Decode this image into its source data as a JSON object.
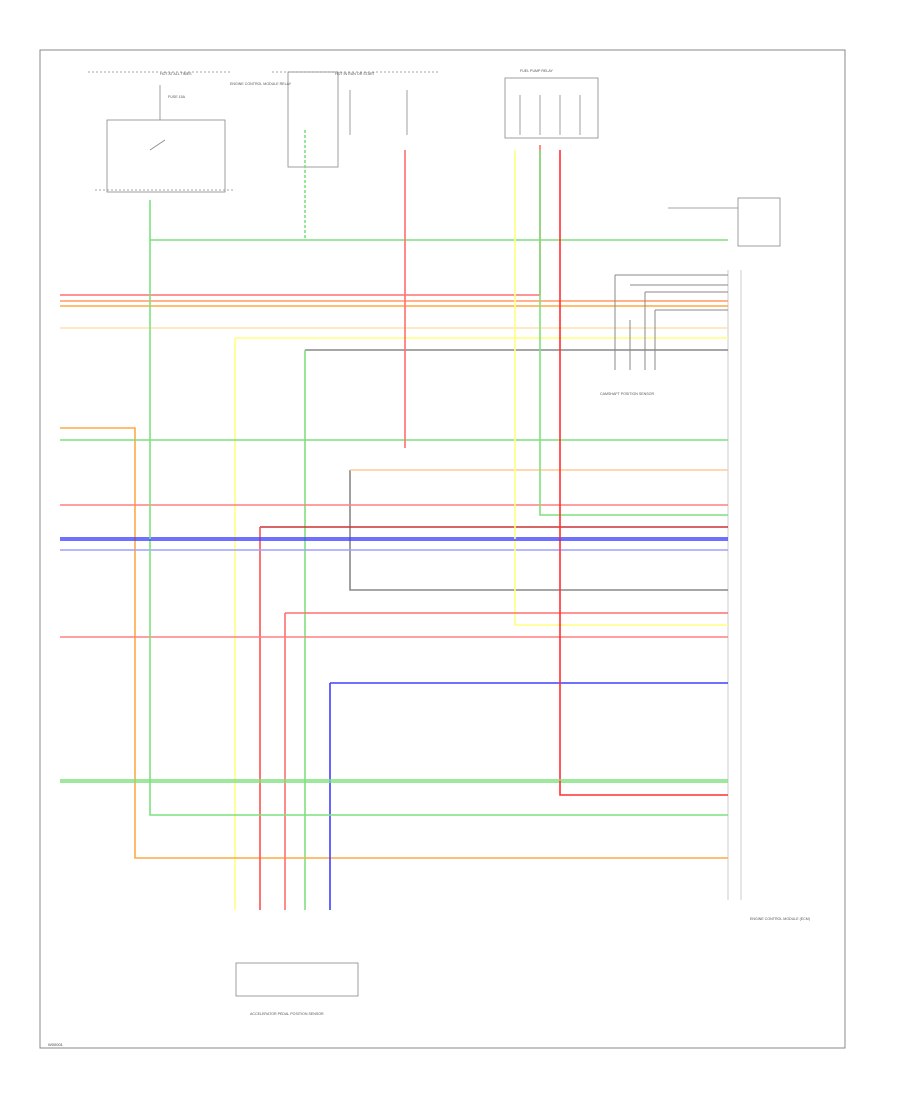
{
  "diagram": {
    "code": "W00001",
    "top_labels": {
      "hot_in_run": "HOT AT ALL TIMES",
      "hot_in_start": "HOT IN RUN OR START",
      "ecm_relay": "ENGINE CONTROL MODULE RELAY",
      "fuse": "FUSE 15A"
    },
    "components": {
      "ecm": "ENGINE CONTROL MODULE (ECM)",
      "sensor": "CAMSHAFT POSITION SENSOR",
      "pump": "FUEL PUMP RELAY",
      "bottom": "ACCELERATOR PEDAL POSITION SENSOR"
    }
  }
}
